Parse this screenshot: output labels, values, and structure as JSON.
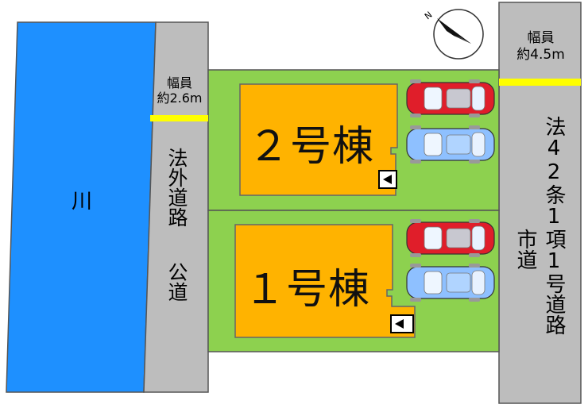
{
  "river": {
    "label": "川",
    "color": "#1e90ff"
  },
  "west_road": {
    "width_label_line1": "幅員",
    "width_label_line2": "約2.6m",
    "type_label": "法外道路",
    "class_label": "公道",
    "color": "#bdbdbd"
  },
  "east_road": {
    "width_label_line1": "幅員",
    "width_label_line2": "約4.5m",
    "type_label": "法42条1項1号道路",
    "class_label": "市道",
    "color": "#bdbdbd"
  },
  "lot_color": "#8dd14f",
  "building_color": "#ffb300",
  "width_marker_color": "#ffff00",
  "buildings": [
    {
      "label": "２号棟"
    },
    {
      "label": "１号棟"
    }
  ],
  "icons": {
    "compass": "north-compass-icon",
    "north": "N",
    "entry": "entrance-arrow-icon",
    "car_red": "red-car-icon",
    "car_blue": "blue-car-icon"
  }
}
